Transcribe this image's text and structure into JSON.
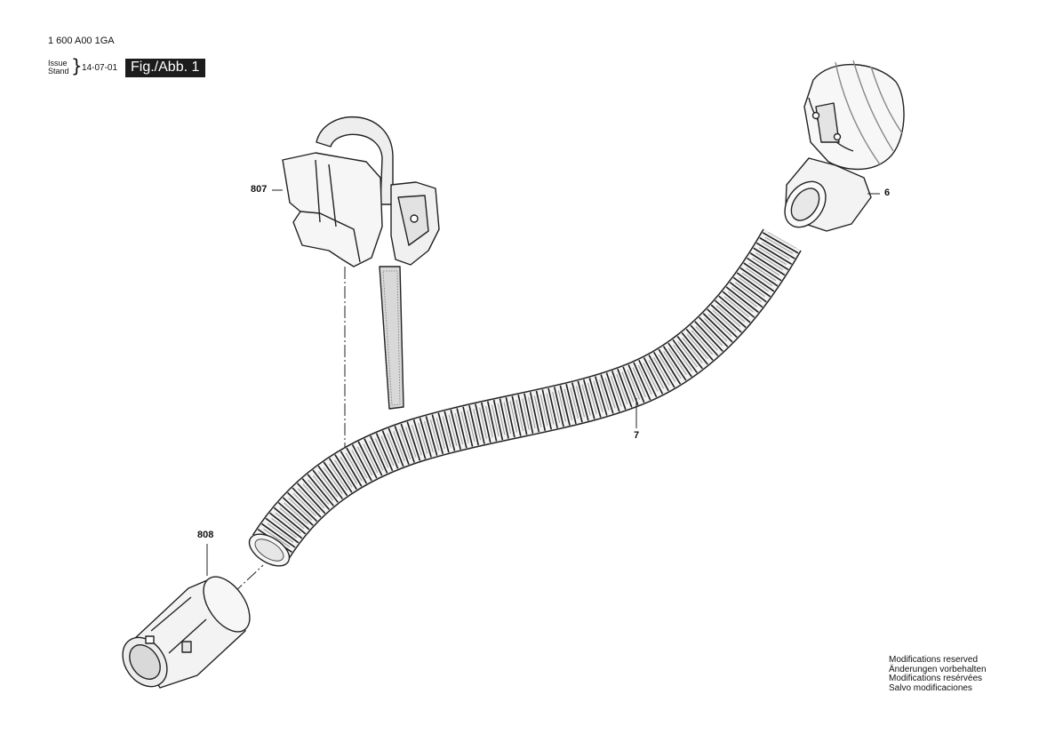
{
  "header": {
    "part_number": "1 600 A00 1GA",
    "issue_label": "Issue",
    "stand_label": "Stand",
    "date": "14-07-01",
    "figure_label": "Fig./Abb. 1"
  },
  "callouts": {
    "clip": "807",
    "nozzle": "6",
    "hose": "7",
    "adapter": "808"
  },
  "notes": [
    "Modifications reserved",
    "Änderungen vorbehalten",
    "Modifications resérvées",
    "Salvo modificaciones"
  ]
}
